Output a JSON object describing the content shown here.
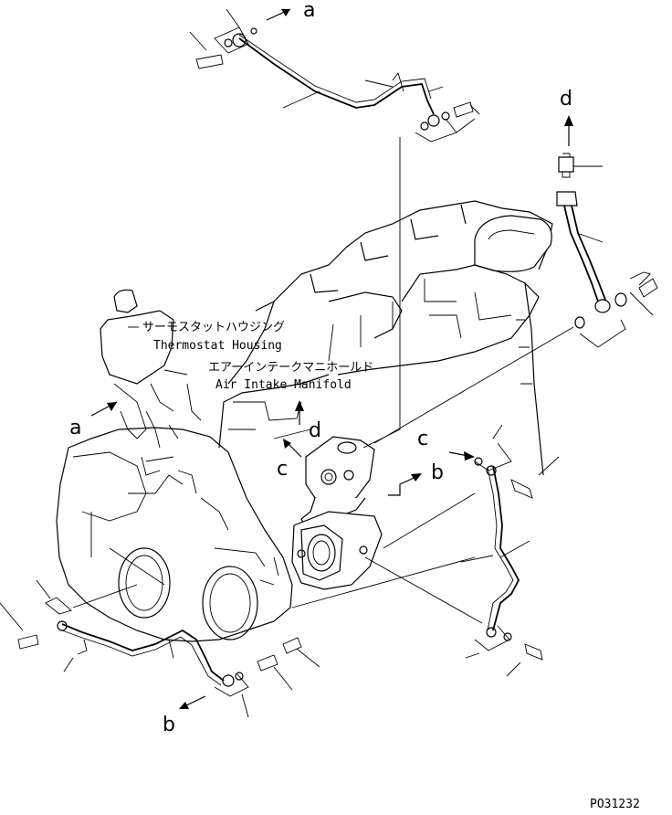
{
  "labels": {
    "thermostat_jp": "サーモスタットハウジング",
    "thermostat_en": "Thermostat Housing",
    "intake_jp": "エアーインテークマニホールド",
    "intake_en": "Air Intake Manifold",
    "a": "a",
    "b": "b",
    "c": "c",
    "d": "d"
  },
  "drawing_number": "PO31232"
}
